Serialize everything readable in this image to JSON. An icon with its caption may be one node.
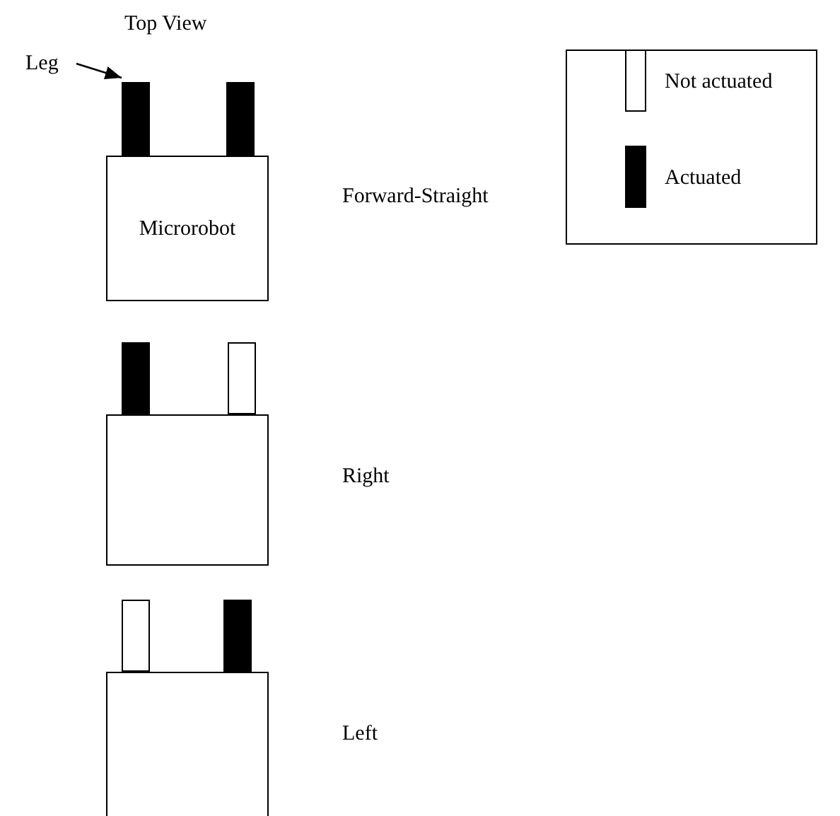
{
  "diagram": {
    "nodes": [
      {
        "text": [
          "Leg"
        ]
      },
      {
        "text": [],
        "shape": "bar"
      },
      {
        "text": [],
        "shape": "bar"
      },
      {
        "text": [
          "Microrobot"
        ],
        "beside": [
          "Forward-Straight"
        ]
      },
      {
        "text": [],
        "shape": "bar"
      },
      {
        "text": [],
        "shape": "bar"
      },
      {
        "text": [],
        "shape": "box",
        "beside": [
          "Right"
        ]
      },
      {
        "text": [],
        "shape": "bar"
      },
      {
        "text": [],
        "shape": "bar"
      },
      {
        "text": [],
        "shape": "box",
        "beside": [
          "Left"
        ]
      }
    ],
    "edges": [
      {
        "from": 0,
        "to": 1,
        "arrow": "to"
      }
    ],
    "labels": [
      "Top View"
    ],
    "legend": [
      {
        "text": "Not actuated",
        "color": "#ffffff"
      },
      {
        "text": "Actuated",
        "color": "#000000"
      }
    ]
  }
}
